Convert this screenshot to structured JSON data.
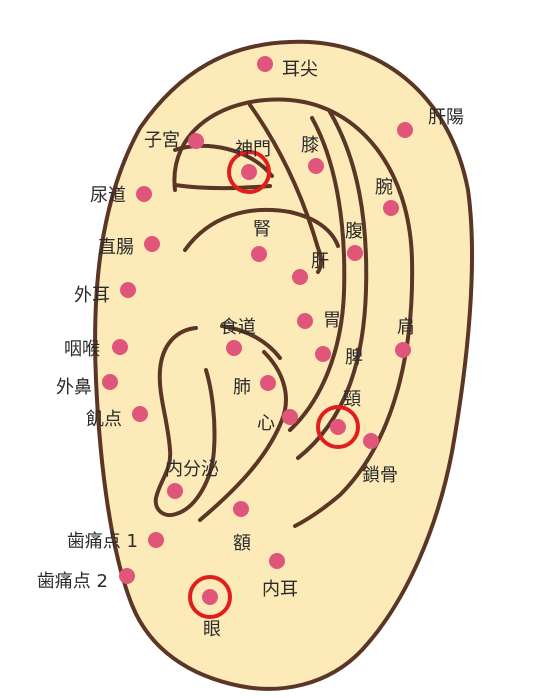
{
  "colors": {
    "ear_fill": "#fcebb8",
    "outline": "#5b3626",
    "point": "#e0567a",
    "highlight_ring": "#e11d1d",
    "label": "#2b2b2b"
  },
  "points": [
    {
      "id": "jisen",
      "label": "耳尖",
      "highlight": false
    },
    {
      "id": "kanyo",
      "label": "肝陽",
      "highlight": false
    },
    {
      "id": "shikyu",
      "label": "子宮",
      "highlight": false
    },
    {
      "id": "shinmon",
      "label": "神門",
      "highlight": true
    },
    {
      "id": "hiza",
      "label": "膝",
      "highlight": false
    },
    {
      "id": "nyodo",
      "label": "尿道",
      "highlight": false
    },
    {
      "id": "wan",
      "label": "腕",
      "highlight": false
    },
    {
      "id": "jin",
      "label": "腎",
      "highlight": false
    },
    {
      "id": "fuku",
      "label": "腹",
      "highlight": false
    },
    {
      "id": "chokucho",
      "label": "直腸",
      "highlight": false
    },
    {
      "id": "kan",
      "label": "肝",
      "highlight": false
    },
    {
      "id": "gaiji",
      "label": "外耳",
      "highlight": false
    },
    {
      "id": "shokudo",
      "label": "食道",
      "highlight": false
    },
    {
      "id": "i",
      "label": "胃",
      "highlight": false
    },
    {
      "id": "kata",
      "label": "肩",
      "highlight": false
    },
    {
      "id": "inko",
      "label": "咽喉",
      "highlight": false
    },
    {
      "id": "hi",
      "label": "脾",
      "highlight": false
    },
    {
      "id": "gaibi",
      "label": "外鼻",
      "highlight": false
    },
    {
      "id": "hai",
      "label": "肺",
      "highlight": false
    },
    {
      "id": "keibu",
      "label": "頸",
      "highlight": true
    },
    {
      "id": "kiten",
      "label": "飢点",
      "highlight": false
    },
    {
      "id": "shin",
      "label": "心",
      "highlight": false
    },
    {
      "id": "sakotsu",
      "label": "鎖骨",
      "highlight": false
    },
    {
      "id": "naibunpi",
      "label": "内分泌",
      "highlight": false
    },
    {
      "id": "gaku",
      "label": "額",
      "highlight": false
    },
    {
      "id": "shitsuten1",
      "label": "歯痛点 1",
      "highlight": false
    },
    {
      "id": "naiji",
      "label": "内耳",
      "highlight": false
    },
    {
      "id": "shitsuten2",
      "label": "歯痛点 2",
      "highlight": false
    },
    {
      "id": "gan",
      "label": "眼",
      "highlight": true
    }
  ]
}
